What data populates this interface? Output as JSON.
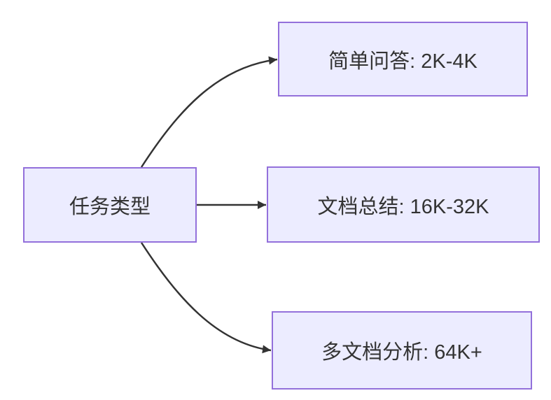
{
  "diagram": {
    "type": "flowchart-left-right",
    "background": "#FFFFFF",
    "node_style": {
      "fill": "#ECECFF",
      "border": "#9370DB",
      "text_color": "#333333"
    },
    "edge_color": "#333333",
    "nodes": [
      {
        "id": "root",
        "label": "任务类型"
      },
      {
        "id": "simple-qa",
        "label": "简单问答: 2K-4K"
      },
      {
        "id": "doc-summary",
        "label": "文档总结: 16K-32K"
      },
      {
        "id": "multi-doc",
        "label": "多文档分析: 64K+"
      }
    ],
    "edges": [
      {
        "from": "任务类型",
        "to": "简单问答: 2K-4K"
      },
      {
        "from": "任务类型",
        "to": "文档总结: 16K-32K"
      },
      {
        "from": "任务类型",
        "to": "多文档分析: 64K+"
      }
    ]
  }
}
